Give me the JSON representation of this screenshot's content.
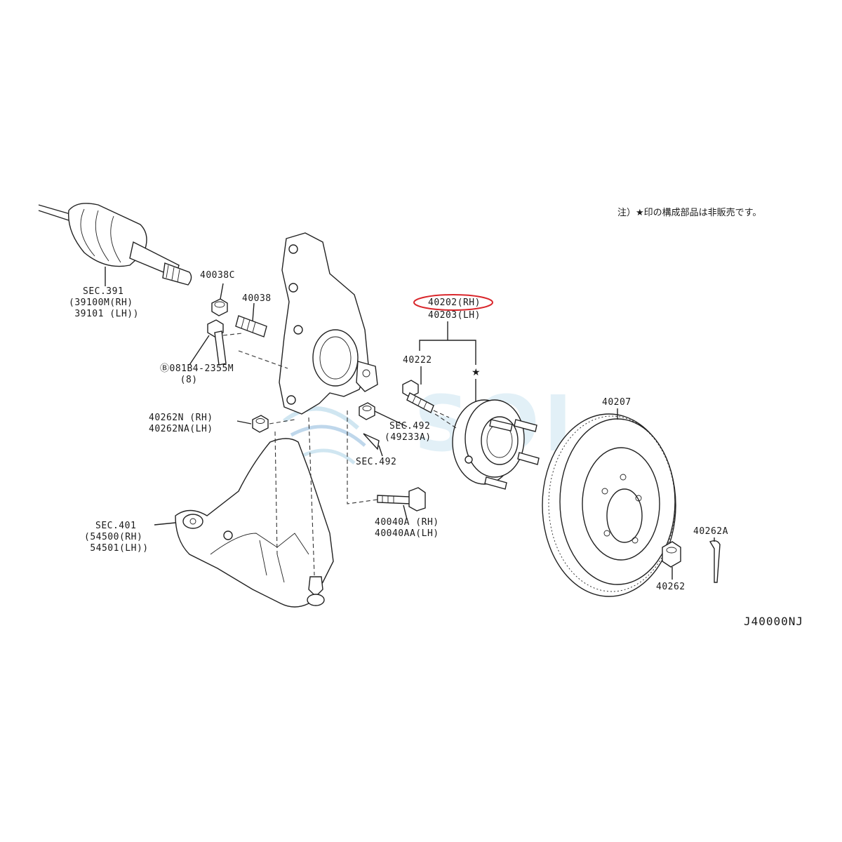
{
  "note": "注）★印の構成部品は非販売です。",
  "diagram_code": "J40000NJ",
  "watermark": "SOL",
  "star_symbol": "★",
  "highlight_color": "#d9262b",
  "labels": {
    "drive_shaft": [
      "SEC.391",
      "(39100M(RH)",
      " 39101 (LH))"
    ],
    "nut_40038c": "40038C",
    "stud_40038": "40038",
    "bolt_08184": [
      "Ⓑ081B4-2355M",
      "  (8)"
    ],
    "nut_40262n": [
      "40262N (RH)",
      "40262NA(LH)"
    ],
    "hub_rh": "40202(RH)",
    "hub_lh": "40203(LH)",
    "bolt_40222": "40222",
    "sec492a": [
      "SEC.492",
      "(49233A)"
    ],
    "sec492b": "SEC.492",
    "bolt_40040": [
      "40040A (RH)",
      "40040AA(LH)"
    ],
    "rotor": "40207",
    "pin": "40262A",
    "nut_40262": "40262",
    "lower_arm": [
      "SEC.401",
      "(54500(RH)",
      " 54501(LH))"
    ]
  }
}
